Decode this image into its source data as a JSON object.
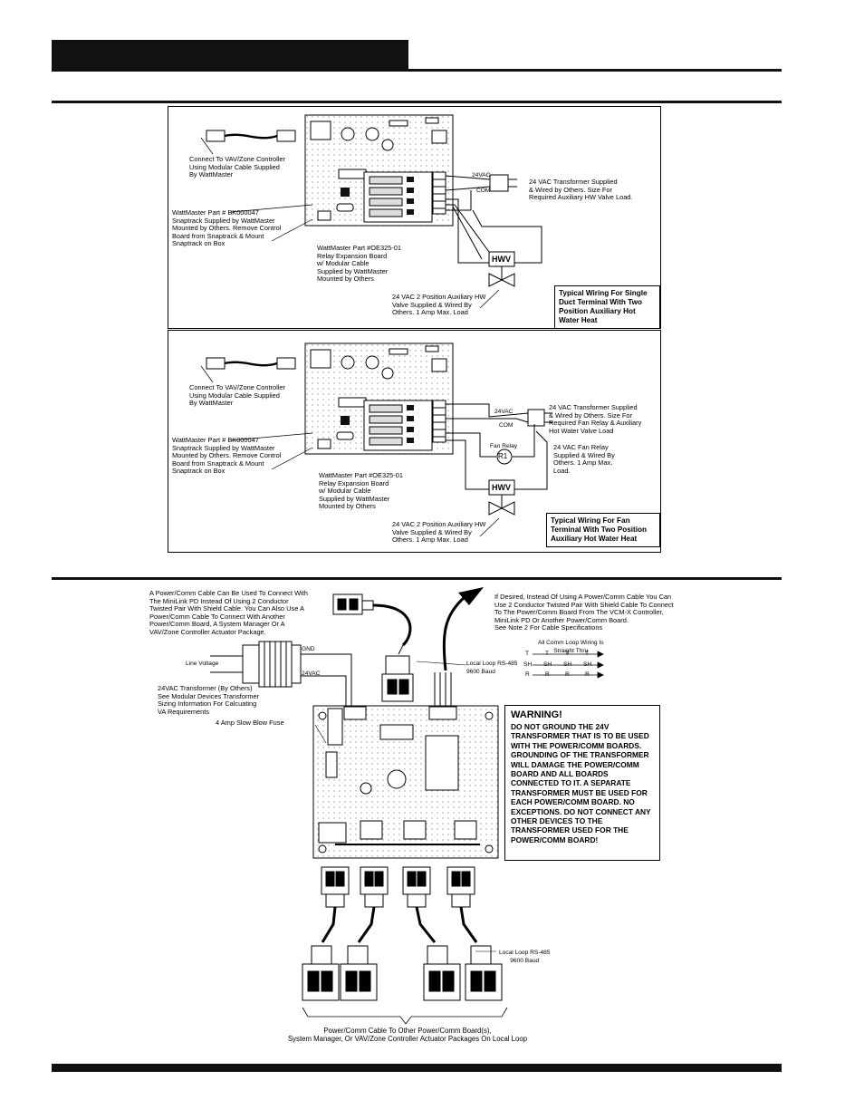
{
  "diagram1": {
    "connect_label": "Connect To VAV/Zone Controller\nUsing Modular Cable Supplied\nBy WattMaster",
    "snaptrack_label": "WattMaster Part # BK000047\nSnaptrack Supplied by WattMaster\nMounted by Others. Remove Control\nBoard from Snaptrack & Mount\nSnaptrack on Box",
    "relay_board_label": "WattMaster Part #OE325-01\nRelay Expansion Board\nw/ Modular Cable\nSupplied by WattMaster\nMounted by Others",
    "vac24": "24VAC",
    "com": "COM",
    "transformer_label": "24 VAC Transformer Supplied\n& Wired by Others. Size For\nRequired Auxiliary HW Valve Load.",
    "hwv": "HWV",
    "valve_label": "24 VAC 2 Position Auxiliary HW\nValve Supplied & Wired By\nOthers. 1 Amp Max. Load",
    "caption": "Typical Wiring For Single\nDuct Terminal With Two\nPosition Auxiliary Hot\nWater Heat"
  },
  "diagram2": {
    "connect_label": "Connect To VAV/Zone Controller\nUsing Modular Cable Supplied\nBy WattMaster",
    "snaptrack_label": "WattMaster Part # BK000047\nSnaptrack Supplied by WattMaster\nMounted by Others. Remove Control\nBoard from Snaptrack & Mount\nSnaptrack on Box",
    "relay_board_label": "WattMaster Part #OE325-01\nRelay Expansion Board\nw/ Modular Cable\nSupplied by WattMaster\nMounted by Others",
    "vac24": "24VAC",
    "com": "COM",
    "transformer_label": "24 VAC Transformer Supplied\n& Wired by Others. Size For\nRequired Fan Relay & Auxiliary\nHot Water Valve Load",
    "fan_relay": "Fan Relay",
    "r1": "R1",
    "fan_relay_label": "24 VAC Fan Relay\nSupplied & Wired By\nOthers. 1 Amp Max.\nLoad.",
    "hwv": "HWV",
    "valve_label": "24 VAC 2 Position Auxiliary HW\nValve Supplied & Wired By\nOthers. 1 Amp Max. Load",
    "caption": "Typical Wiring For Fan\nTerminal With Two Position\nAuxiliary Hot Water Heat"
  },
  "diagram3": {
    "power_comm_note": "A Power/Comm Cable Can Be Used To Connect With\nThe MiniLink PD Instead Of Using 2 Conductor\nTwisted Pair With Shield Cable. You Can Also Use A\nPower/Comm Cable To Connect With Another\nPower/Comm Board, A System Manager Or A\nVAV/Zone Controller Actuator Package.",
    "desired_note": "If Desired, Instead Of Using A Power/Comm Cable You Can\nUse 2 Conductor Twisted Pair With Shield Cable To Connect\nTo The Power/Comm Board From The VCM-X Controller,\nMiniLink PD Or Another Power/Comm Board.\nSee Note 2 For Cable Specifications",
    "line_voltage": "Line Voltage",
    "gnd": "GND",
    "vac24": "24VAC",
    "transformer_note": "24VAC Transformer (By Others)\nSee Modular Devices Transformer\nSizing Information For Calcuating\nVA Requirements",
    "fuse": "4 Amp Slow Blow Fuse",
    "local_loop_top": "Local Loop RS-485\n9600 Baud",
    "comm_wiring_title": "All Comm Loop Wiring Is\nStraight Thru",
    "comm_t": "T",
    "comm_sh": "SH",
    "comm_r": "R",
    "local_loop_bottom": "Local Loop RS-485\n9600 Baud",
    "bottom_caption": "Power/Comm Cable To Other Power/Comm Board(s),\nSystem Manager, Or VAV/Zone Controller Actuator Packages On Local Loop",
    "warning_title": "WARNING!",
    "warning_body": "DO NOT GROUND THE 24V TRANSFORMER THAT IS TO BE USED WITH THE POWER/COMM BOARDS. GROUNDING OF THE TRANSFORMER WILL DAMAGE THE POWER/COMM BOARD AND ALL BOARDS CONNECTED TO IT. A SEPARATE TRANSFORMER MUST BE USED FOR EACH POWER/COMM BOARD. NO EXCEPTIONS. DO NOT CONNECT ANY OTHER DEVICES TO THE TRANSFORMER USED FOR THE POWER/COMM BOARD!"
  }
}
